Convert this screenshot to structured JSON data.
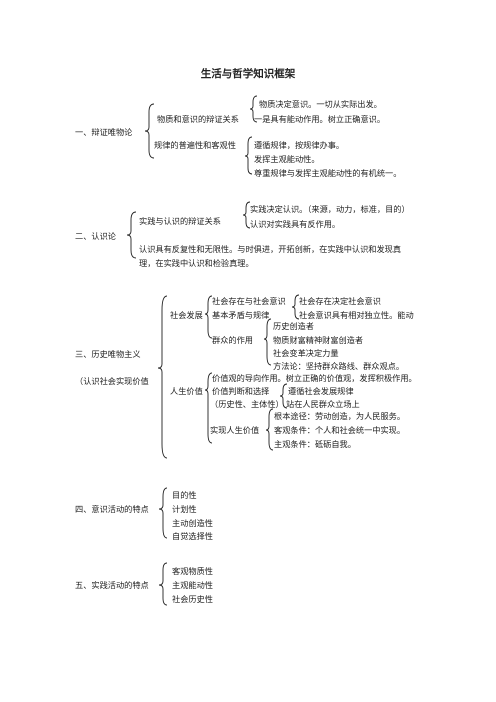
{
  "title": "生活与哲学知识框架",
  "s1": {
    "heading": "一、辩证唯物论",
    "a_label": "物质和意识的辩证关系",
    "a_items": [
      "物质决定意识。一切从实际出发。",
      "一是具有能动作用。树立正确意识。"
    ],
    "b_label": "规律的普遍性和客观性",
    "b_items": [
      "遵循规律，按规律办事。",
      "发挥主观能动性。",
      "尊重规律与发挥主观能动性的有机统一。"
    ]
  },
  "s2": {
    "heading": "二、认识论",
    "a_label": "实践与认识的辩证关系",
    "a_items": [
      "实践决定认识。（来源，动力，标准，目的）",
      "认识对实践具有反作用。"
    ],
    "b_lines": [
      "认识具有反复性和无限性。与时俱进，开拓创新，在实践中认识和发现真",
      "理，在实践中认识和检验真理。"
    ]
  },
  "s3": {
    "heading": "三、历史唯物主义",
    "sub": "（认识社会实现价值",
    "dev_label": "社会发展",
    "dev_a_lines": [
      "社会存在与社会意识",
      "基本矛盾与规律"
    ],
    "dev_a_items": [
      "社会存在决定社会意识",
      "社会意识具有相对独立性。能动"
    ],
    "dev_b_label": "群众的作用",
    "dev_b_items": [
      "历史创造者",
      "物质财富精神财富创造者",
      "社会变革决定力量",
      "方法论：坚持群众路线、群众观点。"
    ],
    "val_label": "人生价值",
    "val_a": "价值观的导向作用。树立正确的价值观，发挥积极作用。",
    "val_b": "价值判断和选择",
    "val_b_items": [
      "遵循社会发展规律",
      "站在人民群众立场上"
    ],
    "val_c": "（历史性、主体性）",
    "val_d_label": "实现人生价值",
    "val_d_items": [
      "根本途径：劳动创造，为人民服务。",
      "客观条件：个人和社会统一中实现。",
      "主观条件：砥砺自我。"
    ]
  },
  "s4": {
    "heading": "四、意识活动的特点",
    "items": [
      "目的性",
      "计划性",
      "主动创造性",
      "自觉选择性"
    ]
  },
  "s5": {
    "heading": "五、实践活动的特点",
    "items": [
      "客观物质性",
      "主观能动性",
      "社会历史性"
    ]
  }
}
